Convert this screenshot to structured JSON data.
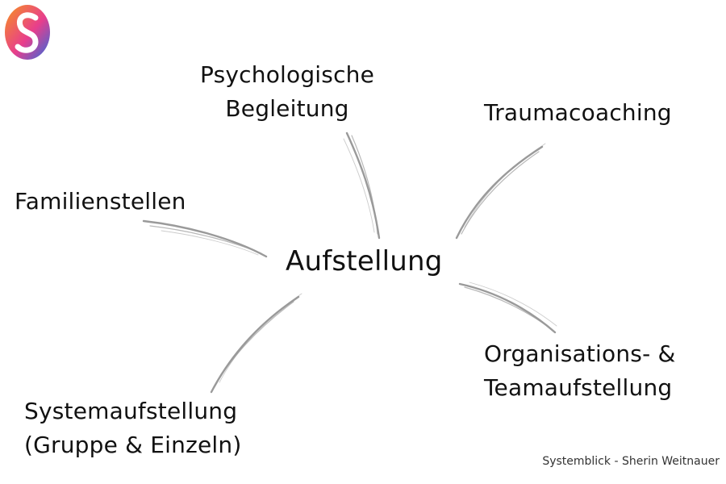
{
  "diagram": {
    "center": "Aufstellung",
    "nodes": {
      "psych": [
        "Psychologische",
        "Begleitung"
      ],
      "trauma": [
        "Traumacoaching"
      ],
      "familie": [
        "Familienstellen"
      ],
      "organisation": [
        "Organisations- &",
        "Teamaufstellung"
      ],
      "system": [
        "Systemaufstellung",
        "(Gruppe & Einzeln)"
      ]
    }
  },
  "credit": "Systemblick - Sherin Weitnauer",
  "colors": {
    "text": "#111111",
    "stroke": "#9a9a9a",
    "logo_pink": "#e83e8c",
    "logo_orange": "#f7931e",
    "logo_blue": "#2d6cdf"
  }
}
